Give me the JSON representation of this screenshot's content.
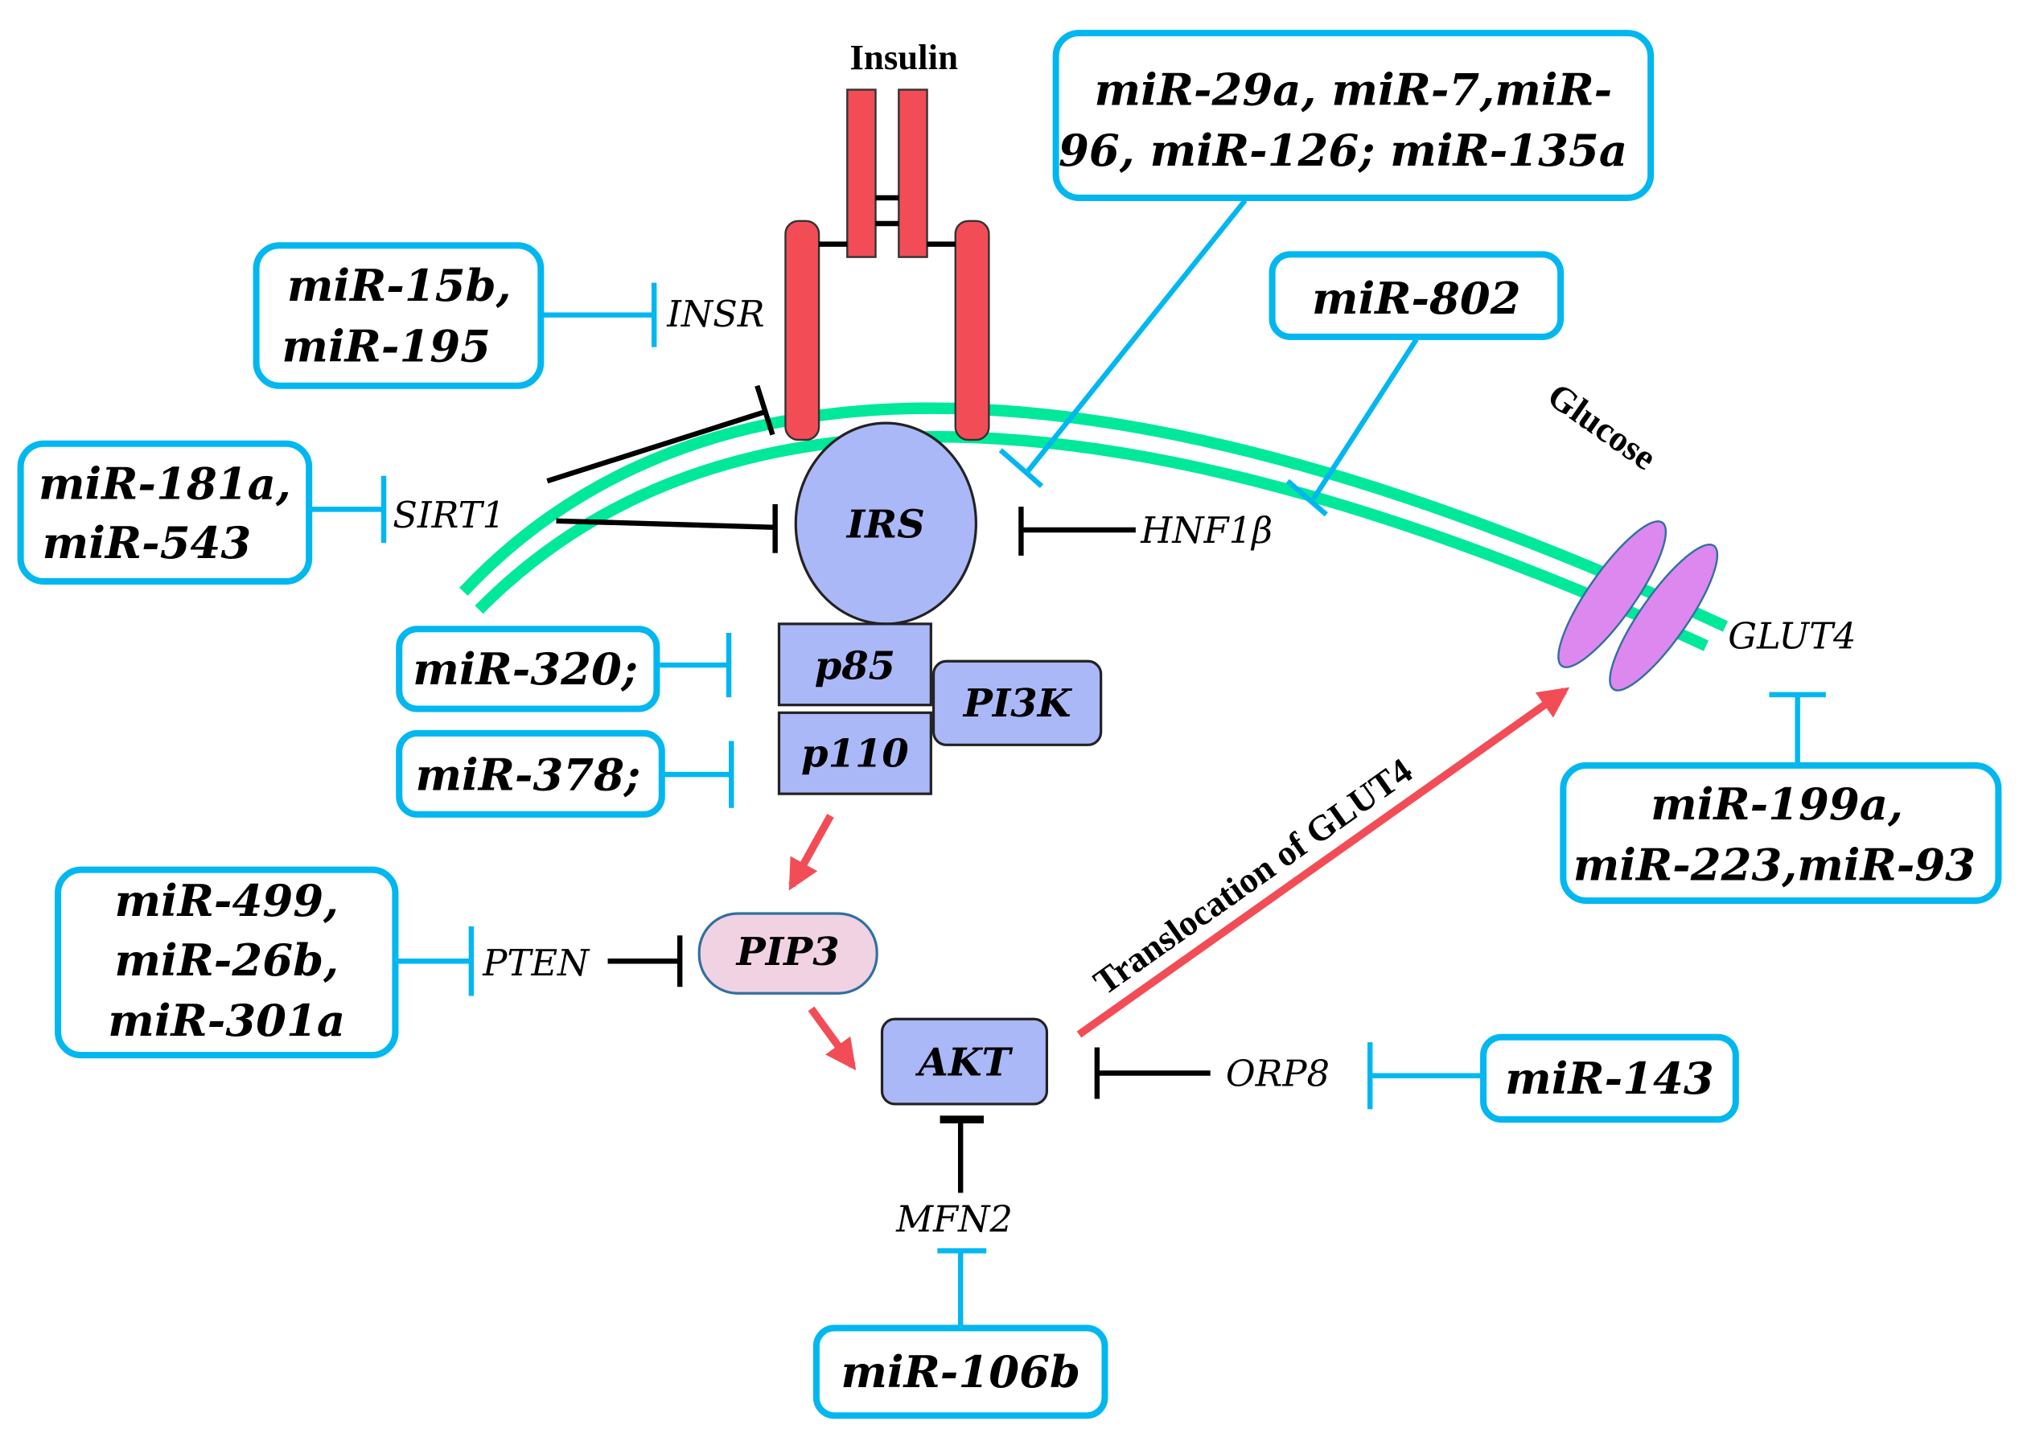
{
  "title": "Insulin signaling pathway regulated by microRNAs",
  "colors": {
    "mirna_box": "#00b7f0",
    "membrane": "#00e89a",
    "receptor": "#f24d57",
    "protein": "#aab8f8",
    "pip3": "#f0d2e2",
    "glut4": "#dd88ee",
    "activation": "#f24d57"
  },
  "labels": {
    "insulin": "Insulin",
    "glucose": "Glucose",
    "translocation": "Translocation of GLUT4"
  },
  "genes": {
    "insr": "INSR",
    "sirt1": "SIRT1",
    "hnf1b": "HNF1β",
    "glut4": "GLUT4",
    "pten": "PTEN",
    "orp8": "ORP8",
    "mfn2": "MFN2"
  },
  "nodes": {
    "irs": "IRS",
    "p85": "p85",
    "p110": "p110",
    "pi3k": "PI3K",
    "pip3": "PIP3",
    "akt": "AKT"
  },
  "mirnas": {
    "insr": [
      "miR-15b,",
      "miR-195"
    ],
    "irs": [
      "miR-29a, miR-7,miR-",
      "96, miR-126; miR-135a"
    ],
    "hnf1b": [
      "miR-802"
    ],
    "sirt1": [
      "miR-181a,",
      "miR-543"
    ],
    "p85": [
      "miR-320;"
    ],
    "p110": [
      "miR-378;"
    ],
    "glut4": [
      "miR-199a,",
      "miR-223,miR-93"
    ],
    "pten": [
      "miR-499,",
      "miR-26b,",
      "miR-301a"
    ],
    "orp8": [
      "miR-143"
    ],
    "mfn2": [
      "miR-106b"
    ]
  }
}
